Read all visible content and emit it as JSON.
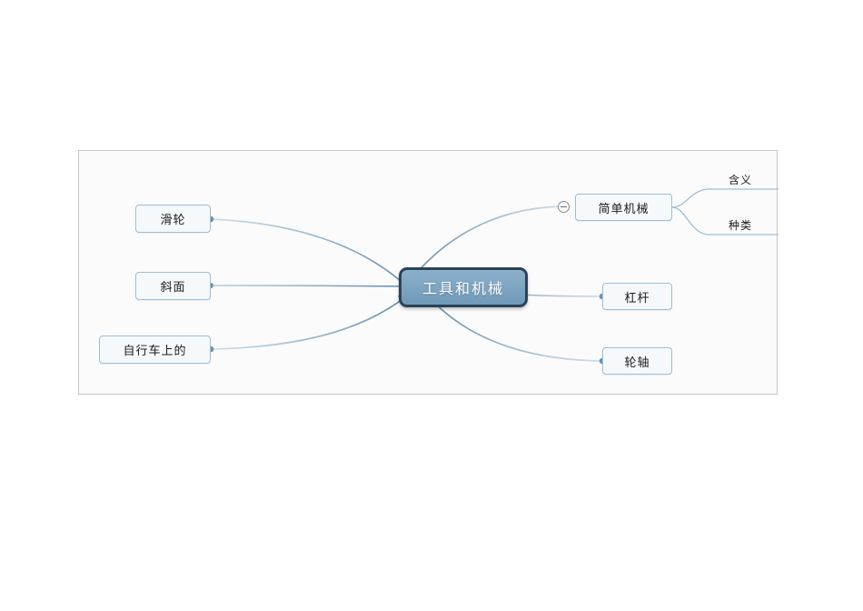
{
  "canvas": {
    "background_color": "#fbfbfb",
    "border_color": "#c6c6c6"
  },
  "theme": {
    "root_fill": "#7ea5c2",
    "root_border": "#2c4356",
    "root_text": "#ffffff",
    "node_fill": "#f6f9fb",
    "node_border": "#9fbdd4",
    "connector_color": "#7d9fbc",
    "toggle_border": "#8a8a8a"
  },
  "mindmap": {
    "root": {
      "id": "root",
      "label": "工具和机械"
    },
    "left_branches": [
      {
        "id": "pulley",
        "label": "滑轮"
      },
      {
        "id": "incline",
        "label": "斜面"
      },
      {
        "id": "bicycle",
        "label": "自行车上的"
      }
    ],
    "right_branches": [
      {
        "id": "simple-machine",
        "label": "简单机械",
        "collapse_state": "expanded",
        "toggle_icon": "minus-circle-icon"
      },
      {
        "id": "lever",
        "label": "杠杆"
      },
      {
        "id": "wheel-axle",
        "label": "轮轴"
      }
    ],
    "sub_branches": [
      {
        "id": "meaning",
        "label": "含义",
        "parent": "simple-machine"
      },
      {
        "id": "types",
        "label": "种类",
        "parent": "simple-machine"
      }
    ]
  }
}
